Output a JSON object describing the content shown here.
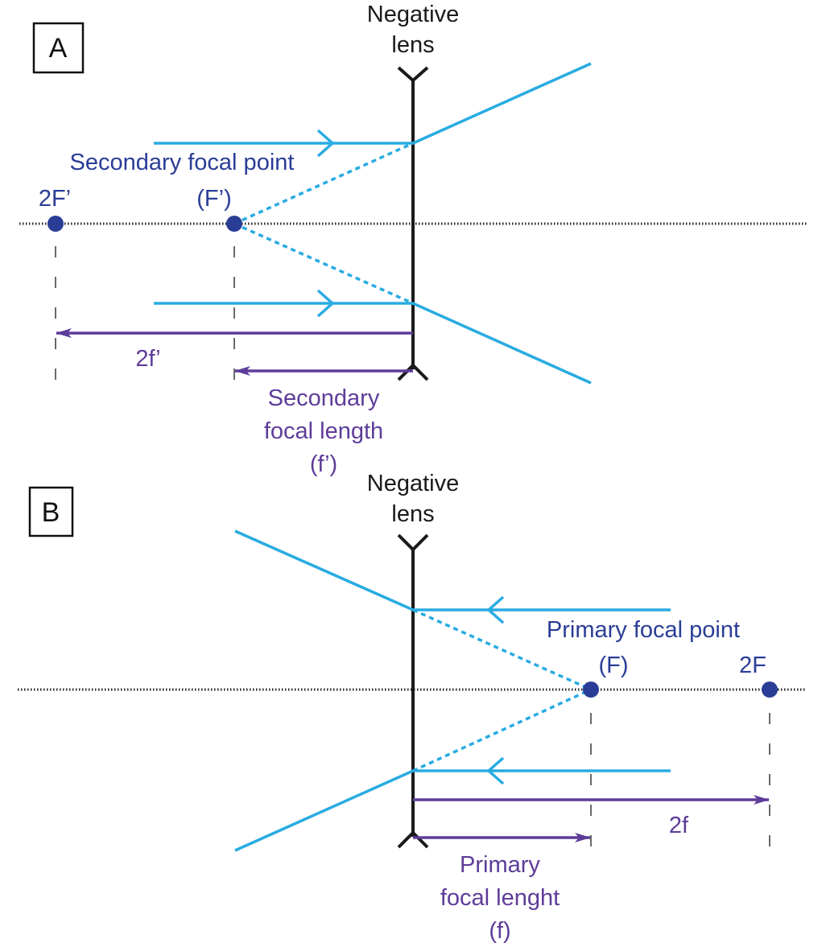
{
  "colors": {
    "ray": "#29abe2",
    "lens": "#1a1a1a",
    "focal_point": "#2a3d96",
    "distance_arrow": "#5e3c99",
    "axis": "#222222",
    "guide": "#444444"
  },
  "panels": [
    {
      "id": "A",
      "letter": "A",
      "lens_label_line1": "Negative",
      "lens_label_line2": "lens",
      "focal_point_title": "Secondary focal point",
      "focal_point_label": "(F’)",
      "double_focal_label": "2F’",
      "double_length_label": "2f’",
      "focal_length_line1": "Secondary",
      "focal_length_line2": "focal length",
      "focal_length_line3": "(f’)",
      "ray_direction": "left-to-right"
    },
    {
      "id": "B",
      "letter": "B",
      "lens_label_line1": "Negative",
      "lens_label_line2": "lens",
      "focal_point_title": "Primary focal point",
      "focal_point_label": "(F)",
      "double_focal_label": "2F",
      "double_length_label": "2f",
      "focal_length_line1": "Primary",
      "focal_length_line2": "focal lenght",
      "focal_length_line3": "(f)",
      "ray_direction": "right-to-left"
    }
  ]
}
